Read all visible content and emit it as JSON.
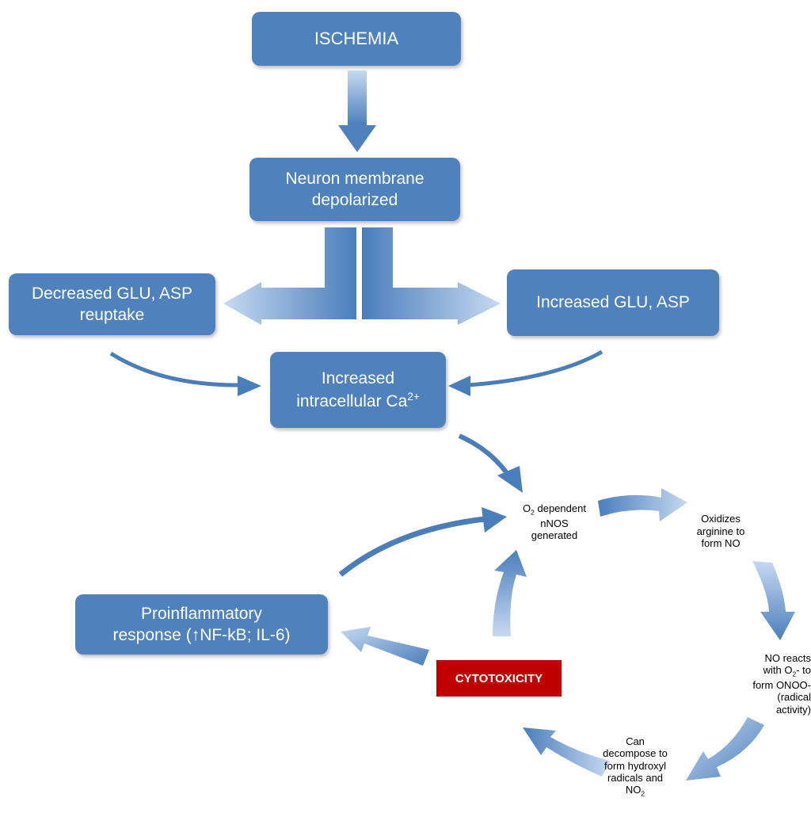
{
  "boxes": {
    "ischemia": "ISCHEMIA",
    "neuron": "Neuron membrane\ndepolarized",
    "decreased": "Decreased GLU, ASP\nreuptake",
    "increased": "Increased GLU, ASP",
    "calcium_main": "Increased\nintracellular Ca",
    "calcium_sup": "2+",
    "proinflammatory_line1": "Proinflammatory",
    "proinflammatory_pre": "response (",
    "proinflammatory_arrow": "↑",
    "proinflammatory_post": "NF-kB; IL-6)"
  },
  "cycle": {
    "o2_pre": "O",
    "o2_sub": "2",
    "o2_post": " dependent",
    "o2_line2": "nNOS",
    "o2_line3": "generated",
    "oxidizes": "Oxidizes\narginine to\nform NO",
    "no_l1_pre": "NO reacts",
    "no_l2_pre": "with O",
    "no_l2_sub": "2",
    "no_l2_post": "- to",
    "no_l3": "form ONOO-",
    "no_l4": "(radical",
    "no_l5": "activity)",
    "can": "Can\ndecompose to\nform hydroxyl\nradicals and",
    "can_no": "NO",
    "can_no_sub": "2"
  },
  "cytotoxicity": "CYTOTOXICITY",
  "colors": {
    "box": "#4f81bd",
    "arrow_dark": "#4a7ebb",
    "arrow_light": "#c5d9f1",
    "cytotoxicity": "#c00000"
  }
}
